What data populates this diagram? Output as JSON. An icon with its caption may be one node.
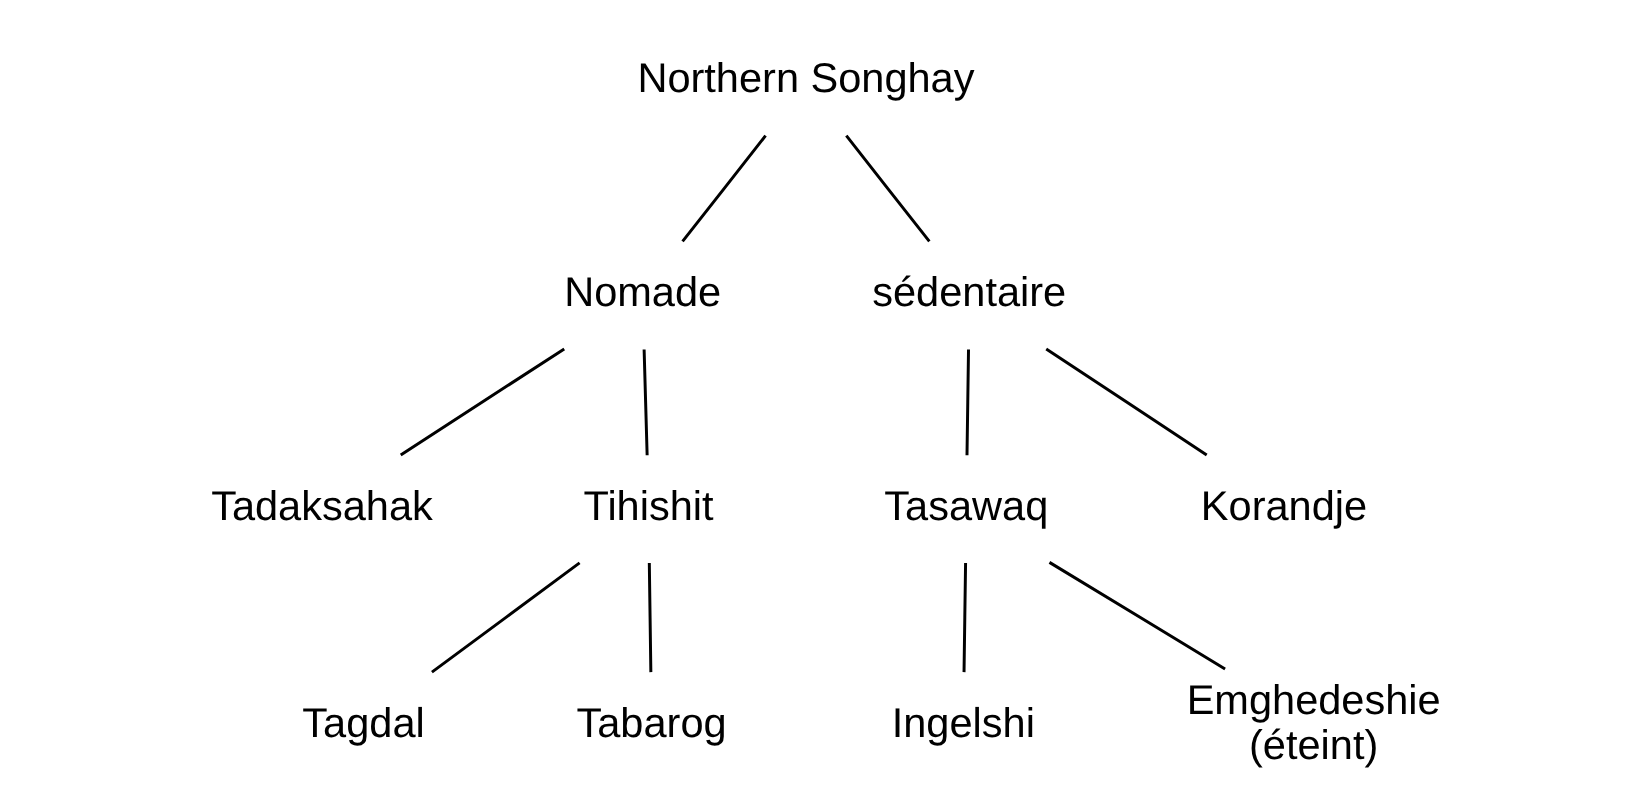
{
  "diagram": {
    "nodes": [
      {
        "text": [
          "Northern Songhay"
        ]
      },
      {
        "text": [
          "Nomade"
        ]
      },
      {
        "text": [
          "sédentaire"
        ]
      },
      {
        "text": [
          "Tadaksahak"
        ]
      },
      {
        "text": [
          "Tihishit"
        ]
      },
      {
        "text": [
          "Tasawaq"
        ]
      },
      {
        "text": [
          "Korandje"
        ]
      },
      {
        "text": [
          "Tagdal"
        ]
      },
      {
        "text": [
          "Tabarog"
        ]
      },
      {
        "text": [
          "Ingelshi"
        ]
      },
      {
        "text": [
          "Emghedeshie",
          "(éteint)"
        ]
      }
    ],
    "edges": [
      {
        "from": 0,
        "to": 1,
        "arrow": "none"
      },
      {
        "from": 0,
        "to": 2,
        "arrow": "none"
      },
      {
        "from": 1,
        "to": 3,
        "arrow": "none"
      },
      {
        "from": 1,
        "to": 4,
        "arrow": "none"
      },
      {
        "from": 2,
        "to": 5,
        "arrow": "none"
      },
      {
        "from": 2,
        "to": 6,
        "arrow": "none"
      },
      {
        "from": 4,
        "to": 7,
        "arrow": "none"
      },
      {
        "from": 4,
        "to": 8,
        "arrow": "none"
      },
      {
        "from": 5,
        "to": 9,
        "arrow": "none"
      },
      {
        "from": 5,
        "to": 10,
        "arrow": "none"
      }
    ]
  }
}
